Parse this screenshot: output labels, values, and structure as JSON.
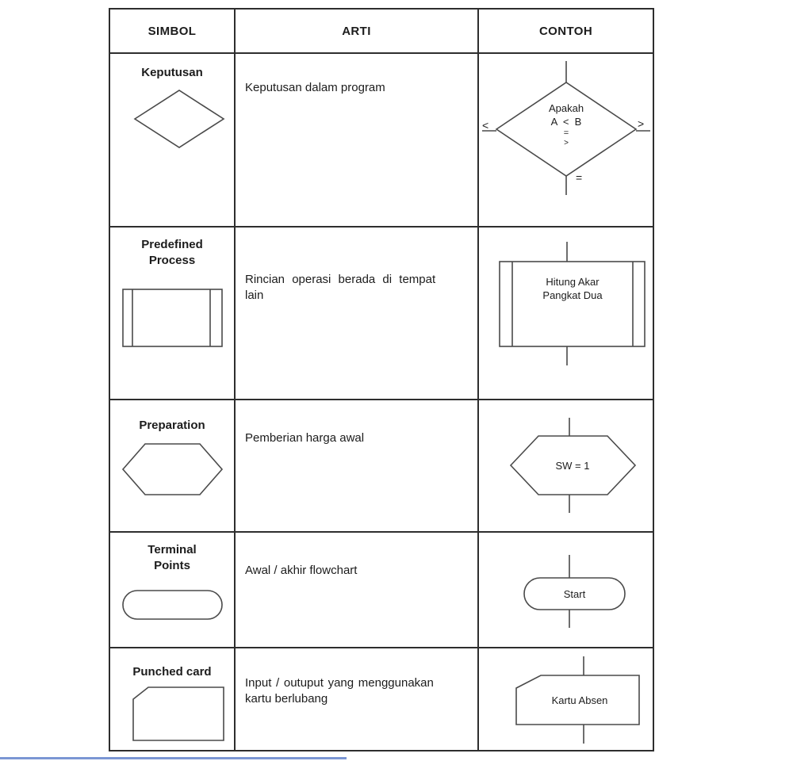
{
  "table": {
    "headers": [
      "SIMBOL",
      "ARTI",
      "CONTOH"
    ],
    "rows": [
      {
        "shape": "decision-diamond",
        "name_lines": [
          "Keputusan"
        ],
        "meaning_lines": [
          "Keputusan dalam program"
        ],
        "example": {
          "shape": "decision-diamond",
          "text_lines": [
            "Apakah",
            "A  <  B",
            "=",
            ">"
          ],
          "left_branch_label": "<",
          "right_branch_label": ">",
          "bottom_branch_label": "="
        }
      },
      {
        "shape": "predefined-process",
        "name_lines": [
          "Predefined",
          "Process"
        ],
        "meaning_lines": [
          "Rincian operasi berada di tempat",
          "lain"
        ],
        "example": {
          "shape": "predefined-process",
          "text_lines": [
            "Hitung Akar",
            "Pangkat Dua"
          ]
        }
      },
      {
        "shape": "preparation-hexagon",
        "name_lines": [
          "Preparation"
        ],
        "meaning_lines": [
          "Pemberian harga awal"
        ],
        "example": {
          "shape": "preparation-hexagon",
          "text_lines": [
            "SW = 1"
          ]
        }
      },
      {
        "shape": "terminal-rounded",
        "name_lines": [
          "Terminal",
          "Points"
        ],
        "meaning_lines": [
          "Awal / akhir flowchart"
        ],
        "example": {
          "shape": "terminal-rounded",
          "text_lines": [
            "Start"
          ]
        }
      },
      {
        "shape": "punched-card",
        "name_lines": [
          "Punched card"
        ],
        "meaning_lines": [
          "Input / outuput yang menggunakan",
          "kartu berlubang"
        ],
        "example": {
          "shape": "punched-card",
          "text_lines": [
            "Kartu Absen"
          ]
        }
      }
    ]
  },
  "colors": {
    "table_border": "#2e2e2e",
    "shape_stroke": "#4a4a4a",
    "text": "#1c1c1c",
    "bottom_accent_line": "#7b96d4"
  }
}
